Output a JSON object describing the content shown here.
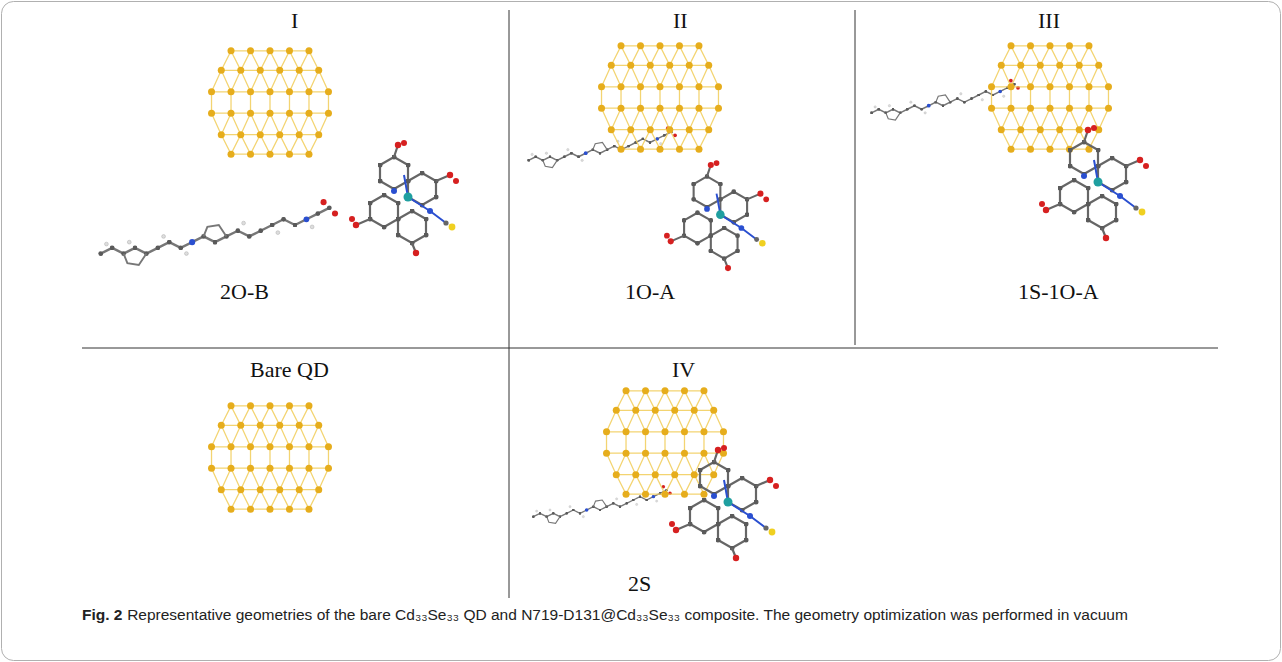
{
  "diagram": {
    "caption": "Representative geometries of the bare Cd₃₃Se₃₃ QD and N719-D131@Cd₃₃Se₃₃ composite. The geometry optimization was performed in vacuum",
    "labels": [
      "I",
      "2O-B",
      "II",
      "1O-A",
      "III",
      "1S-1O-A",
      "Bare QD",
      "IV",
      "2S",
      "Fig. 2"
    ]
  }
}
